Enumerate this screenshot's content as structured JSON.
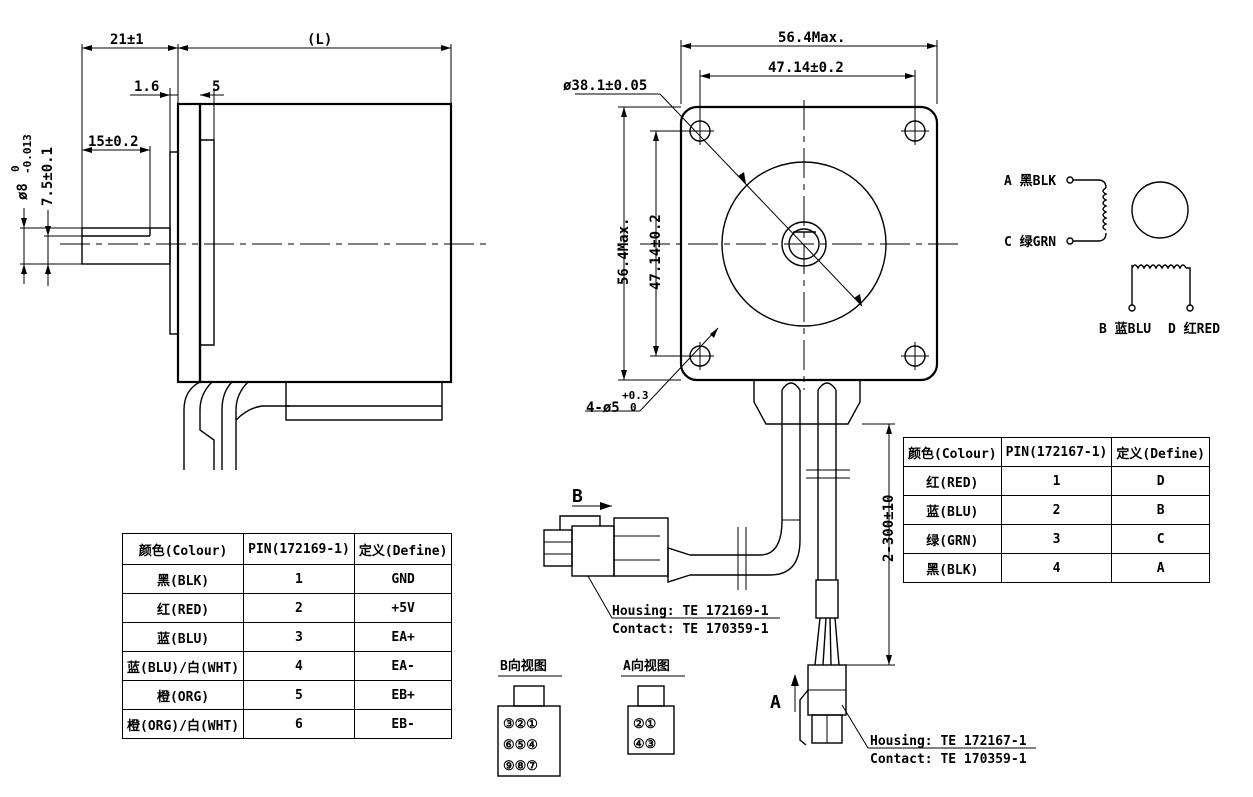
{
  "side_view": {
    "dim_shaft_length": "21±1",
    "dim_body_length": "(L)",
    "dim_flange": "1.6",
    "dim_step": "5",
    "dim_flat_length": "15±0.2",
    "dim_flat_depth": "7.5±0.1",
    "dim_shaft_dia": "ø8",
    "dim_shaft_tol_upper": "0",
    "dim_shaft_tol_lower": "-0.013"
  },
  "front_view": {
    "dim_width_max": "56.4Max.",
    "dim_hole_spacing_h": "47.14±0.2",
    "dim_pilot_dia": "ø38.1±0.05",
    "dim_height_max": "56.4Max.",
    "dim_hole_spacing_v": "47.14±0.2",
    "dim_holes": "4-ø5",
    "dim_holes_tol_upper": "+0.3",
    "dim_holes_tol_lower": "0",
    "dim_lead_length": "2-300±10"
  },
  "connector_b": {
    "arrow_label": "B",
    "housing": "Housing: TE 172169-1",
    "contact": "Contact: TE 170359-1",
    "view_title": "B向视图",
    "pins_rows": [
      [
        "③",
        "②",
        "①"
      ],
      [
        "⑥",
        "⑤",
        "④"
      ],
      [
        "⑨",
        "⑧",
        "⑦"
      ]
    ]
  },
  "connector_a": {
    "arrow_label": "A",
    "housing": "Housing: TE 172167-1",
    "contact": "Contact: TE 170359-1",
    "view_title": "A向视图",
    "pins_rows": [
      [
        "②",
        "①"
      ],
      [
        "④",
        "③"
      ]
    ]
  },
  "wiring": {
    "a": "A 黑BLK",
    "c": "C 绿GRN",
    "b": "B 蓝BLU",
    "d": "D 红RED"
  },
  "table_left": {
    "headers": [
      "颜色(Colour)",
      "PIN(172169-1)",
      "定义(Define)"
    ],
    "rows": [
      [
        "黑(BLK)",
        "1",
        "GND"
      ],
      [
        "红(RED)",
        "2",
        "+5V"
      ],
      [
        "蓝(BLU)",
        "3",
        "EA+"
      ],
      [
        "蓝(BLU)/白(WHT)",
        "4",
        "EA-"
      ],
      [
        "橙(ORG)",
        "5",
        "EB+"
      ],
      [
        "橙(ORG)/白(WHT)",
        "6",
        "EB-"
      ]
    ]
  },
  "table_right": {
    "headers": [
      "颜色(Colour)",
      "PIN(172167-1)",
      "定义(Define)"
    ],
    "rows": [
      [
        "红(RED)",
        "1",
        "D"
      ],
      [
        "蓝(BLU)",
        "2",
        "B"
      ],
      [
        "绿(GRN)",
        "3",
        "C"
      ],
      [
        "黑(BLK)",
        "4",
        "A"
      ]
    ]
  }
}
